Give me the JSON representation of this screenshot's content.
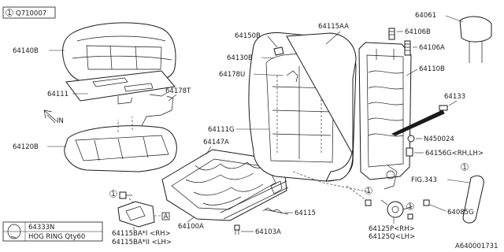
{
  "header": {
    "circled_number": "1",
    "code": "Q710007"
  },
  "labels": {
    "p64140B": "64140B",
    "p64111": "64111",
    "p64178T": "64178T",
    "p64120B": "64120B",
    "direction": "IN",
    "p64150B": "64150B",
    "p64130B": "64130B",
    "p64178U": "64178U",
    "p64115AA": "64115AA",
    "p64111G": "64111G",
    "p64147A": "64147A",
    "p64100A": "64100A",
    "p64115": "64115",
    "p64103A": "64103A",
    "p64115BA_I": "64115BA*I <RH>",
    "p64115BA_II": "64115BA*II <LH>",
    "p64061": "64061",
    "p64106B": "64106B",
    "p64106A": "64106A",
    "p64110B": "64110B",
    "p64133": "64133",
    "pN450024": "N450024",
    "p64156G": "64156G<RH,LH>",
    "pFIG343": "FIG.343",
    "p64085G": "64085G",
    "p64125P": "64125P<RH>",
    "p64125Q": "64125Q<LH>"
  },
  "refs": {
    "ref_a": "A",
    "circled_one": "1"
  },
  "legend": {
    "part": "64333N",
    "desc": "HOG RING Qty60"
  },
  "footer": {
    "diagram_id": "A640001731"
  },
  "icons": [
    "direction-arrow-icon",
    "hog-ring-icon",
    "circled-reference-icon"
  ]
}
